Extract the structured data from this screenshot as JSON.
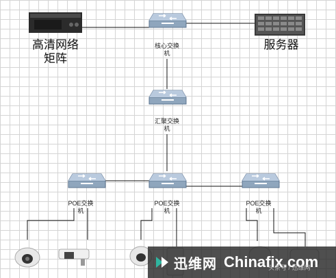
{
  "nodes": {
    "matrix": {
      "line1": "高清网络",
      "line2": "矩阵"
    },
    "server": {
      "label": "服务器"
    },
    "core_switch": {
      "line1": "核心交换",
      "line2": "机"
    },
    "agg_switch": {
      "line1": "汇聚交换",
      "line2": "机"
    },
    "poe_left": {
      "line1": "POE交换",
      "line2": "机"
    },
    "poe_mid": {
      "line1": "POE交换",
      "line2": "机"
    },
    "poe_right": {
      "line1": "POE交换",
      "line2": "机"
    }
  },
  "watermark": {
    "brand": "迅维网",
    "site": "Chinafix.com",
    "handle": "头条号 / 迅维网"
  },
  "colors": {
    "switch_body": "#8fa6bd",
    "switch_top": "#b9cade",
    "line": "#111111",
    "watermark_accent": "#2fb5a0"
  }
}
